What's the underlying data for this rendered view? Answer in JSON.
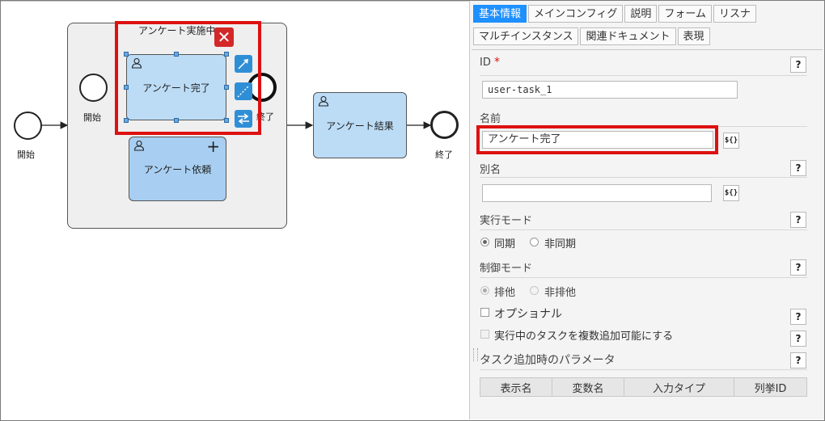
{
  "diagram": {
    "start_outer_label": "開始",
    "start_inner_label": "開始",
    "subprocess_label": "アンケート実施中",
    "task_selected_label": "アンケート完了",
    "task_request_label": "アンケート依頼",
    "end_inner_label": "終了",
    "task_result_label": "アンケート結果",
    "end_outer_label": "終了",
    "plus_glyph": "+",
    "delete_glyph": "✕"
  },
  "panel": {
    "tabs_row1": [
      "基本情報",
      "メインコンフィグ",
      "説明",
      "フォーム",
      "リスナ"
    ],
    "tabs_row2": [
      "マルチインスタンス",
      "関連ドキュメント",
      "表現"
    ],
    "active_tab": "基本情報",
    "id_label": "ID",
    "required_mark": "*",
    "id_value": "user-task_1",
    "name_label": "名前",
    "name_value": "アンケート完了",
    "alias_label": "別名",
    "alias_value": "",
    "exec_mode_label": "実行モード",
    "exec_sync": "同期",
    "exec_async": "非同期",
    "control_mode_label": "制御モード",
    "control_exclusive": "排他",
    "control_nonexclusive": "非排他",
    "optional_label": "オプショナル",
    "multi_add_label": "実行中のタスクを複数追加可能にする",
    "task_params_label": "タスク追加時のパラメータ",
    "var_button": "${}",
    "help": "?",
    "table_headers": [
      "表示名",
      "変数名",
      "入力タイプ",
      "列挙ID"
    ]
  },
  "colors": {
    "accent": "#1e90ff",
    "selection": "#dd1111",
    "task_fill": "#bcdcf6"
  }
}
